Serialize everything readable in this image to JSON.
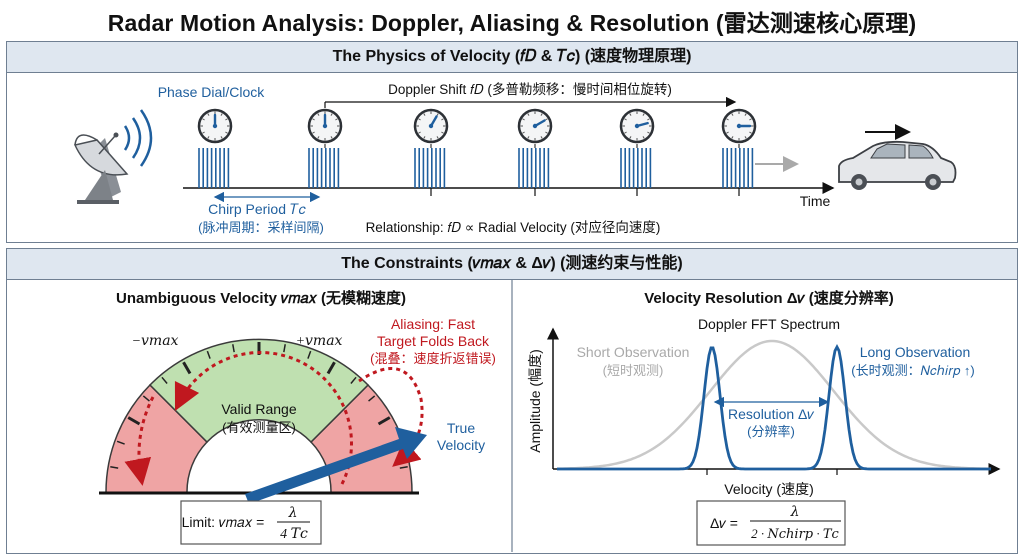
{
  "title": "Radar Motion Analysis: Doppler, Aliasing & Resolution (雷达测速核心原理)",
  "physics": {
    "header": "The Physics of Velocity (𝑓𝐷 & 𝑇𝑐) (速度物理原理)",
    "phase_dial_label": "Phase Dial/Clock",
    "doppler_shift_label": "Doppler Shift 𝑓𝐷 (多普勒频移：慢时间相位旋转)",
    "chirp_period_label": "Chirp Period 𝑇𝑐",
    "chirp_period_sub": "(脉冲周期：采样间隔)",
    "relationship_label": "Relationship: 𝑓𝐷 ∝ Radial Velocity (对应径向速度)",
    "time_label": "Time",
    "icons": [
      "radar-dish-icon",
      "car-icon",
      "clock-icon"
    ],
    "dial_angles_deg": [
      0,
      0,
      30,
      60,
      75,
      90
    ]
  },
  "constraints": {
    "header": "The Constraints (𝑣𝑚𝑎𝑥 & Δ𝑣) (测速约束与性能)",
    "left": {
      "title": "Unambiguous Velocity 𝑣𝑚𝑎𝑥 (无模糊速度)",
      "neg_vmax": "−𝑣𝑚𝑎𝑥",
      "pos_vmax": "+𝑣𝑚𝑎𝑥",
      "aliasing_line1": "Aliasing: Fast",
      "aliasing_line2": "Target Folds Back",
      "aliasing_line3": "(混叠：速度折返错误)",
      "valid_range": "Valid Range",
      "valid_range_sub": "(有效测量区)",
      "true_velocity_line1": "True",
      "true_velocity_line2": "Velocity",
      "limit_prefix": "Limit: 𝑣𝑚𝑎𝑥 =",
      "limit_num": "𝜆",
      "limit_den": "4 𝑇𝑐"
    },
    "right": {
      "title": "Velocity Resolution Δ𝑣 (速度分辨率)",
      "spectrum_title": "Doppler FFT Spectrum",
      "short_obs": "Short Observation",
      "short_obs_sub": "(短时观测)",
      "long_obs": "Long Observation",
      "long_obs_sub": "(长时观测：𝑁𝑐ℎ𝑖𝑟𝑝 ↑)",
      "resolution": "Resolution Δ𝑣",
      "resolution_sub": "(分辨率)",
      "ylabel": "Amplitude (幅度)",
      "xlabel": "Velocity (速度)",
      "formula_prefix": "Δ𝑣 =",
      "formula_num": "𝜆",
      "formula_den": "2 · 𝑁𝑐ℎ𝑖𝑟𝑝 · 𝑇𝑐"
    }
  },
  "colors": {
    "blue": "#1f5f9e",
    "red": "#c0181f",
    "green_zone": "#bfe0b0",
    "red_zone": "#efa4a4",
    "panel_head": "#dfe7f0",
    "gray": "#a9a9a9"
  }
}
